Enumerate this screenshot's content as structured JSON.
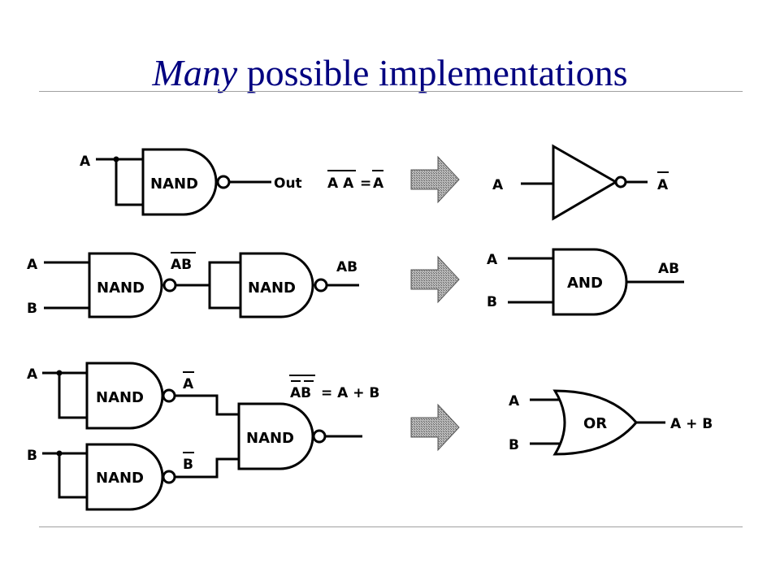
{
  "slide": {
    "title_emphasis": "Many",
    "title_rest": " possible implementations"
  },
  "diagram": {
    "nand_label": "NAND",
    "row1": {
      "input_a": "A",
      "output": "Out",
      "equation_lhs": "A A",
      "equation_eq": "=",
      "equation_rhs": "A",
      "result_input": "A",
      "result_output": "A"
    },
    "row2": {
      "input_a": "A",
      "input_b": "B",
      "intermediate": "AB",
      "output": "AB",
      "result_input_a": "A",
      "result_input_b": "B",
      "result_gate": "AND",
      "result_output": "AB"
    },
    "row3": {
      "input_a": "A",
      "input_b": "B",
      "not_a": "A",
      "not_b": "B",
      "equation_lhs": "AB",
      "equation_rhs": "= A + B",
      "result_input_a": "A",
      "result_input_b": "B",
      "result_gate": "OR",
      "result_output": "A + B"
    }
  },
  "colors": {
    "title": "#000080",
    "rule": "#a0a0a0",
    "arrow_fill": "#9a9a9a"
  }
}
